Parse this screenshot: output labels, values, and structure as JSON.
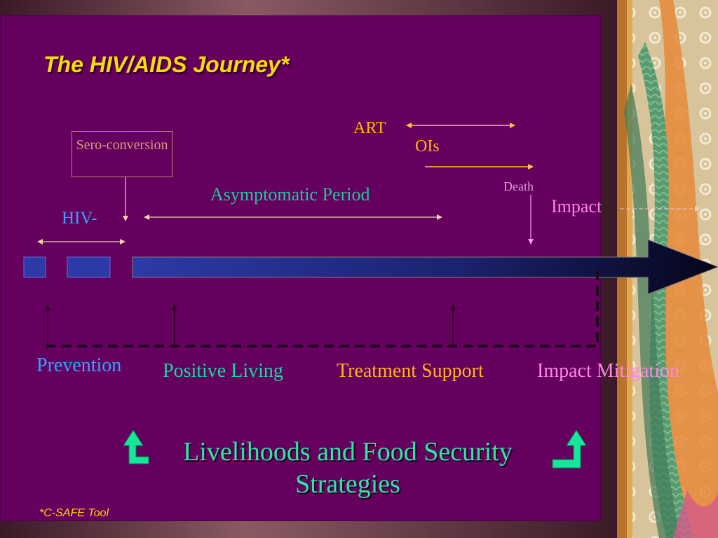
{
  "slide": {
    "title": "The HIV/AIDS Journey*",
    "footnote": "*C-SAFE Tool"
  },
  "timeline": {
    "seroconversion": "Sero-conversion",
    "art": "ART",
    "ois": "OIs",
    "death": "Death",
    "asymptomatic": "Asymptomatic Period",
    "impact": "Impact",
    "hiv_negative": "HIV-"
  },
  "strategies": {
    "prevention": "Prevention",
    "positive_living": "Positive Living",
    "treatment_support": "Treatment Support",
    "impact_mitigation": "Impact Mitigation",
    "livelihoods": "Livelihoods and Food Security Strategies"
  },
  "colors": {
    "background": "#65005f",
    "title": "#ffd800",
    "timeline_bar": "#2a3aa0",
    "arrow_line": "#e6b26a"
  },
  "icons": {
    "left_curved_arrow": "curved-arrow-up-left-icon",
    "right_curved_arrow": "curved-arrow-up-right-icon"
  }
}
